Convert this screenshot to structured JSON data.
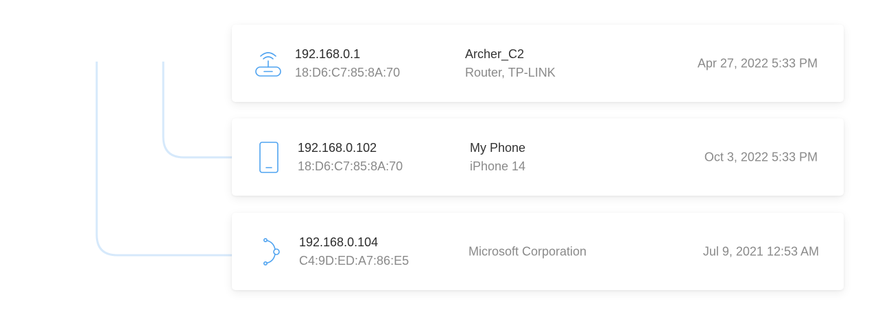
{
  "colors": {
    "accent": "#4fa3f0",
    "connector": "#d6e9fb"
  },
  "devices": [
    {
      "icon": "router-icon",
      "ip": "192.168.0.1",
      "mac": "18:D6:C7:85:8A:70",
      "name": "Archer_C2",
      "type": "Router, TP-LINK",
      "time": "Apr 27, 2022 5:33 PM"
    },
    {
      "icon": "phone-icon",
      "ip": "192.168.0.102",
      "mac": "18:D6:C7:85:8A:70",
      "name": "My Phone",
      "type": "iPhone 14",
      "time": "Oct 3, 2022 5:33 PM"
    },
    {
      "icon": "network-node-icon",
      "ip": "192.168.0.104",
      "mac": "C4:9D:ED:A7:86:E5",
      "vendor": "Microsoft Corporation",
      "time": "Jul 9, 2021 12:53 AM"
    }
  ]
}
